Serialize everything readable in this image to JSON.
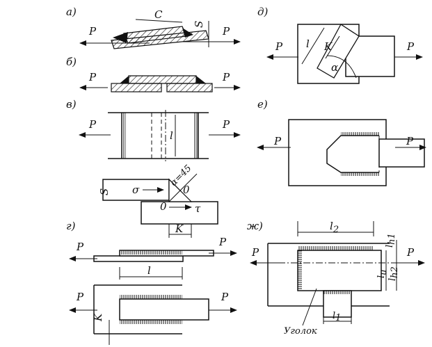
{
  "labels": {
    "a": "а)",
    "b": "б)",
    "v": "в)",
    "g": "г)",
    "d": "д)",
    "e": "е)",
    "zh": "ж)"
  },
  "force": "P",
  "dims": {
    "c": "C",
    "s": "S",
    "l": "l",
    "k": "K",
    "alpha": "α",
    "sigma": "σ",
    "tau": "τ",
    "o": "0",
    "alpha45": "α=45",
    "l2": "l",
    "l2_sub": "2",
    "lh1": "l",
    "lh1_sub": "h1",
    "lu": "l",
    "lu_sub": "u",
    "lh2": "l",
    "lh2_sub": "h2",
    "l1": "l",
    "l1_sub": "1"
  },
  "caption_angle": "Уголок"
}
